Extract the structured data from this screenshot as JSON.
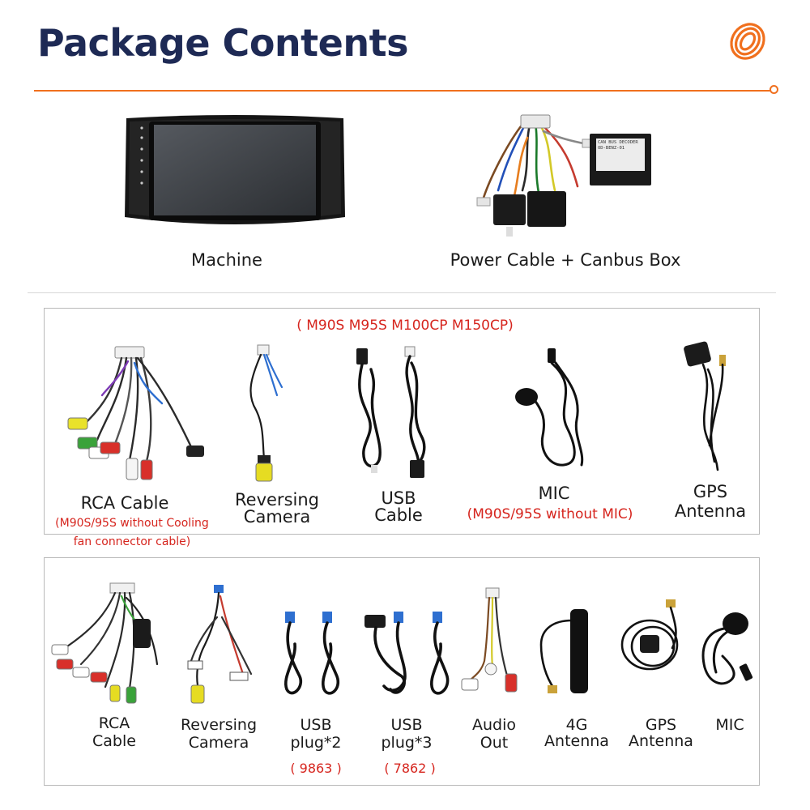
{
  "header": {
    "title": "Package Contents"
  },
  "top_items": [
    {
      "label": "Machine"
    },
    {
      "label": "Power Cable + Canbus Box"
    }
  ],
  "canbus_box_text": [
    "CAN BUS DECODER",
    "OD-BENZ-01"
  ],
  "panel1": {
    "models_note": "( M90S M95S M100CP M150CP)",
    "items": [
      {
        "label_line1": "RCA Cable",
        "note_line1": "(M90S/95S without Cooling",
        "note_line2": "fan connector cable)"
      },
      {
        "label_line1": "Reversing",
        "label_line2": "Camera"
      },
      {
        "label_line1": "USB",
        "label_line2": "Cable"
      },
      {
        "label_line1": "MIC",
        "note_line1": "(M90S/95S without MIC)"
      },
      {
        "label_line1": "GPS",
        "label_line2": "Antenna"
      }
    ]
  },
  "panel2": {
    "items": [
      {
        "label_line1": "RCA",
        "label_line2": "Cable"
      },
      {
        "label_line1": "Reversing",
        "label_line2": "Camera"
      },
      {
        "label_line1": "USB",
        "label_line2": "plug*2",
        "note": "( 9863 )"
      },
      {
        "label_line1": "USB",
        "label_line2": "plug*3",
        "note": "( 7862 )"
      },
      {
        "label_line1": "Audio",
        "label_line2": "Out"
      },
      {
        "label_line1": "4G",
        "label_line2": "Antenna"
      },
      {
        "label_line1": "GPS",
        "label_line2": "Antenna"
      },
      {
        "label_line1": "MIC"
      }
    ]
  },
  "colors": {
    "title": "#1e2a55",
    "accent": "#f0701e",
    "note_red": "#d6251e"
  }
}
